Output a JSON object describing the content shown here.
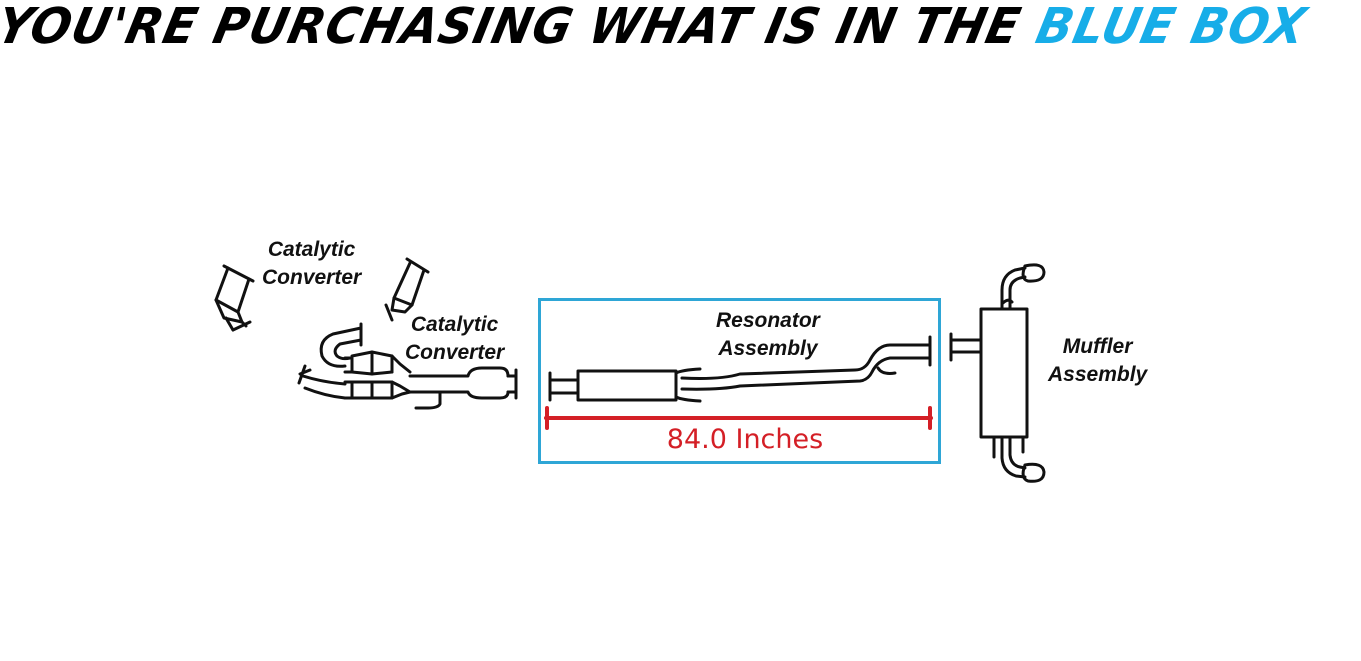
{
  "headline": {
    "main_text": "YOU'RE PURCHASING WHAT IS IN THE ",
    "accent_text": "BLUE BOX",
    "accent_color": "#17ade8"
  },
  "diagram": {
    "labels": {
      "catalytic_converter_1": [
        "Catalytic",
        "Converter"
      ],
      "catalytic_converter_2": [
        "Catalytic",
        "Converter"
      ],
      "resonator_assembly": [
        "Resonator",
        "Assembly"
      ],
      "muffler_assembly": [
        "Muffler",
        "Assembly"
      ]
    },
    "highlight_box_color": "#2ea6d6",
    "measurement": {
      "text": "84.0 Inches",
      "color": "#d41f26"
    }
  }
}
